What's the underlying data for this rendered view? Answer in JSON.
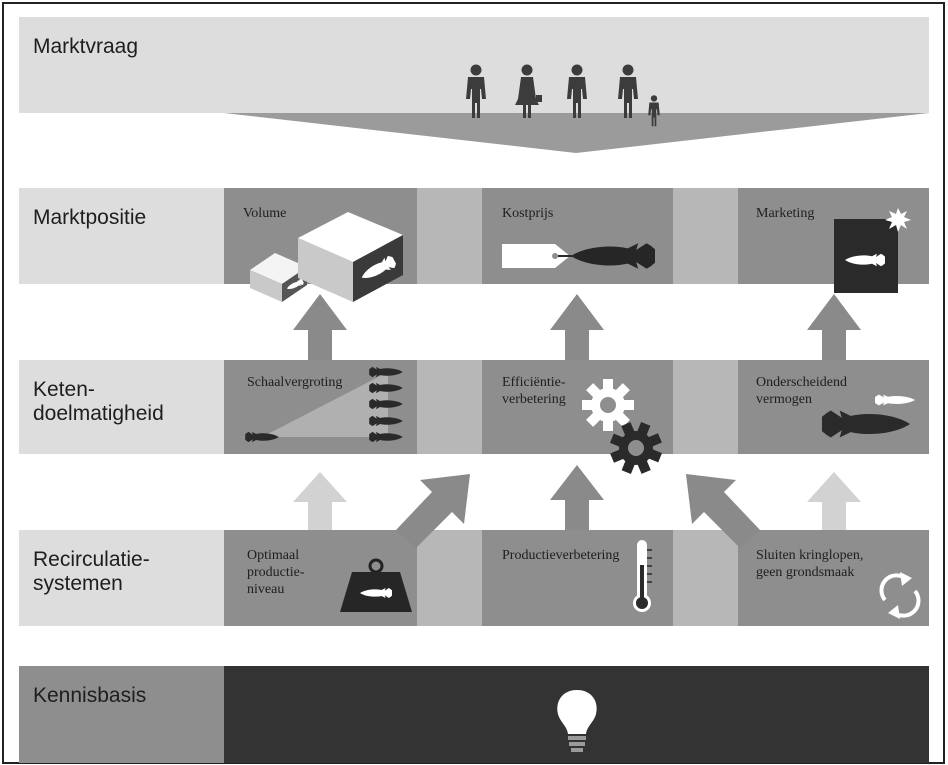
{
  "rows": {
    "market_demand": "Marktvraag",
    "market_position": "Marktpositie",
    "chain_efficiency": "Keten-\ndoelmatigheid",
    "recirculation": "Recirculatie-\nsystemen",
    "knowledge_base": "Kennisbasis"
  },
  "cells": {
    "volume": "Volume",
    "cost_price": "Kostprijs",
    "marketing": "Marketing",
    "scale_increase": "Schaalvergroting",
    "efficiency_improvement": "Efficiëntie-\nverbetering",
    "distinctiveness": "Onderscheidend\nvermogen",
    "optimal_production": "Optimaal\nproductie-\nniveau",
    "production_improvement": "Productieverbetering",
    "closing_cycles": "Sluiten kringlopen,\ngeen grondsmaak"
  },
  "icons": {
    "people": "family-people-icon",
    "boxes": "fish-box-icon",
    "price_tag": "price-tag-fish-icon",
    "marketing": "packaged-fish-icon",
    "school": "fish-school-icon",
    "gears": "gears-icon",
    "fish": "fish-icon",
    "weight": "weight-fish-icon",
    "thermometer": "thermometer-icon",
    "recycle": "recycle-icon",
    "lightbulb": "lightbulb-icon"
  }
}
